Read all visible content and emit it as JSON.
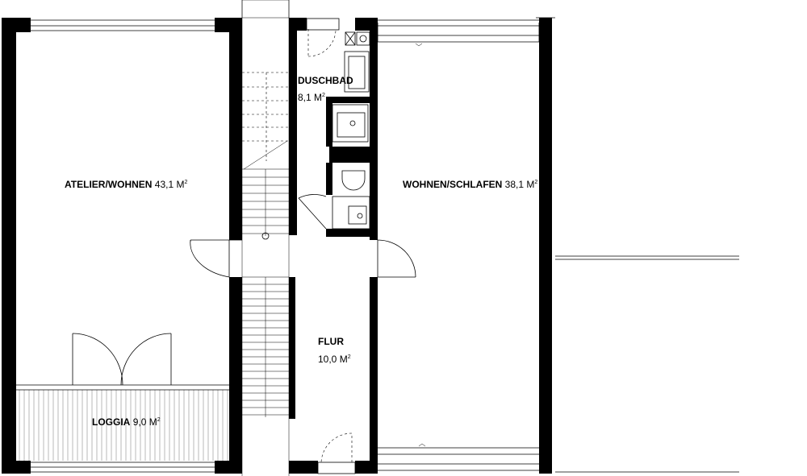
{
  "rooms": {
    "atelier": {
      "name": "ATELIER/WOHNEN",
      "area": "43,1 M",
      "unit_sup": "2"
    },
    "loggia": {
      "name": "LOGGIA",
      "area": "9,0 M",
      "unit_sup": "2"
    },
    "duschbad": {
      "name": "DUSCHBAD",
      "area": "8,1 M",
      "unit_sup": "2"
    },
    "flur": {
      "name": "FLUR",
      "area": "10,0 M",
      "unit_sup": "2"
    },
    "wohnen_schlafen": {
      "name": "WOHNEN/SCHLAFEN",
      "area": "38,1 M",
      "unit_sup": "2"
    }
  }
}
